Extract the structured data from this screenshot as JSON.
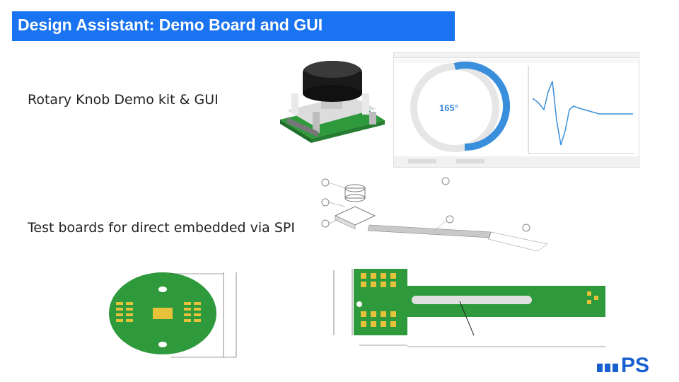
{
  "slide": {
    "title": "Design Assistant: Demo Board and GUI",
    "bullets": [
      "Rotary Knob Demo kit & GUI",
      "Test boards for direct embedded via SPI"
    ]
  },
  "gui": {
    "angle": "165°"
  },
  "colors": {
    "title_bg": "#1a73f0",
    "pcb_green": "#2e9a3c",
    "logo_blue": "#1a5fd0"
  },
  "logo": {
    "text": "PS"
  }
}
